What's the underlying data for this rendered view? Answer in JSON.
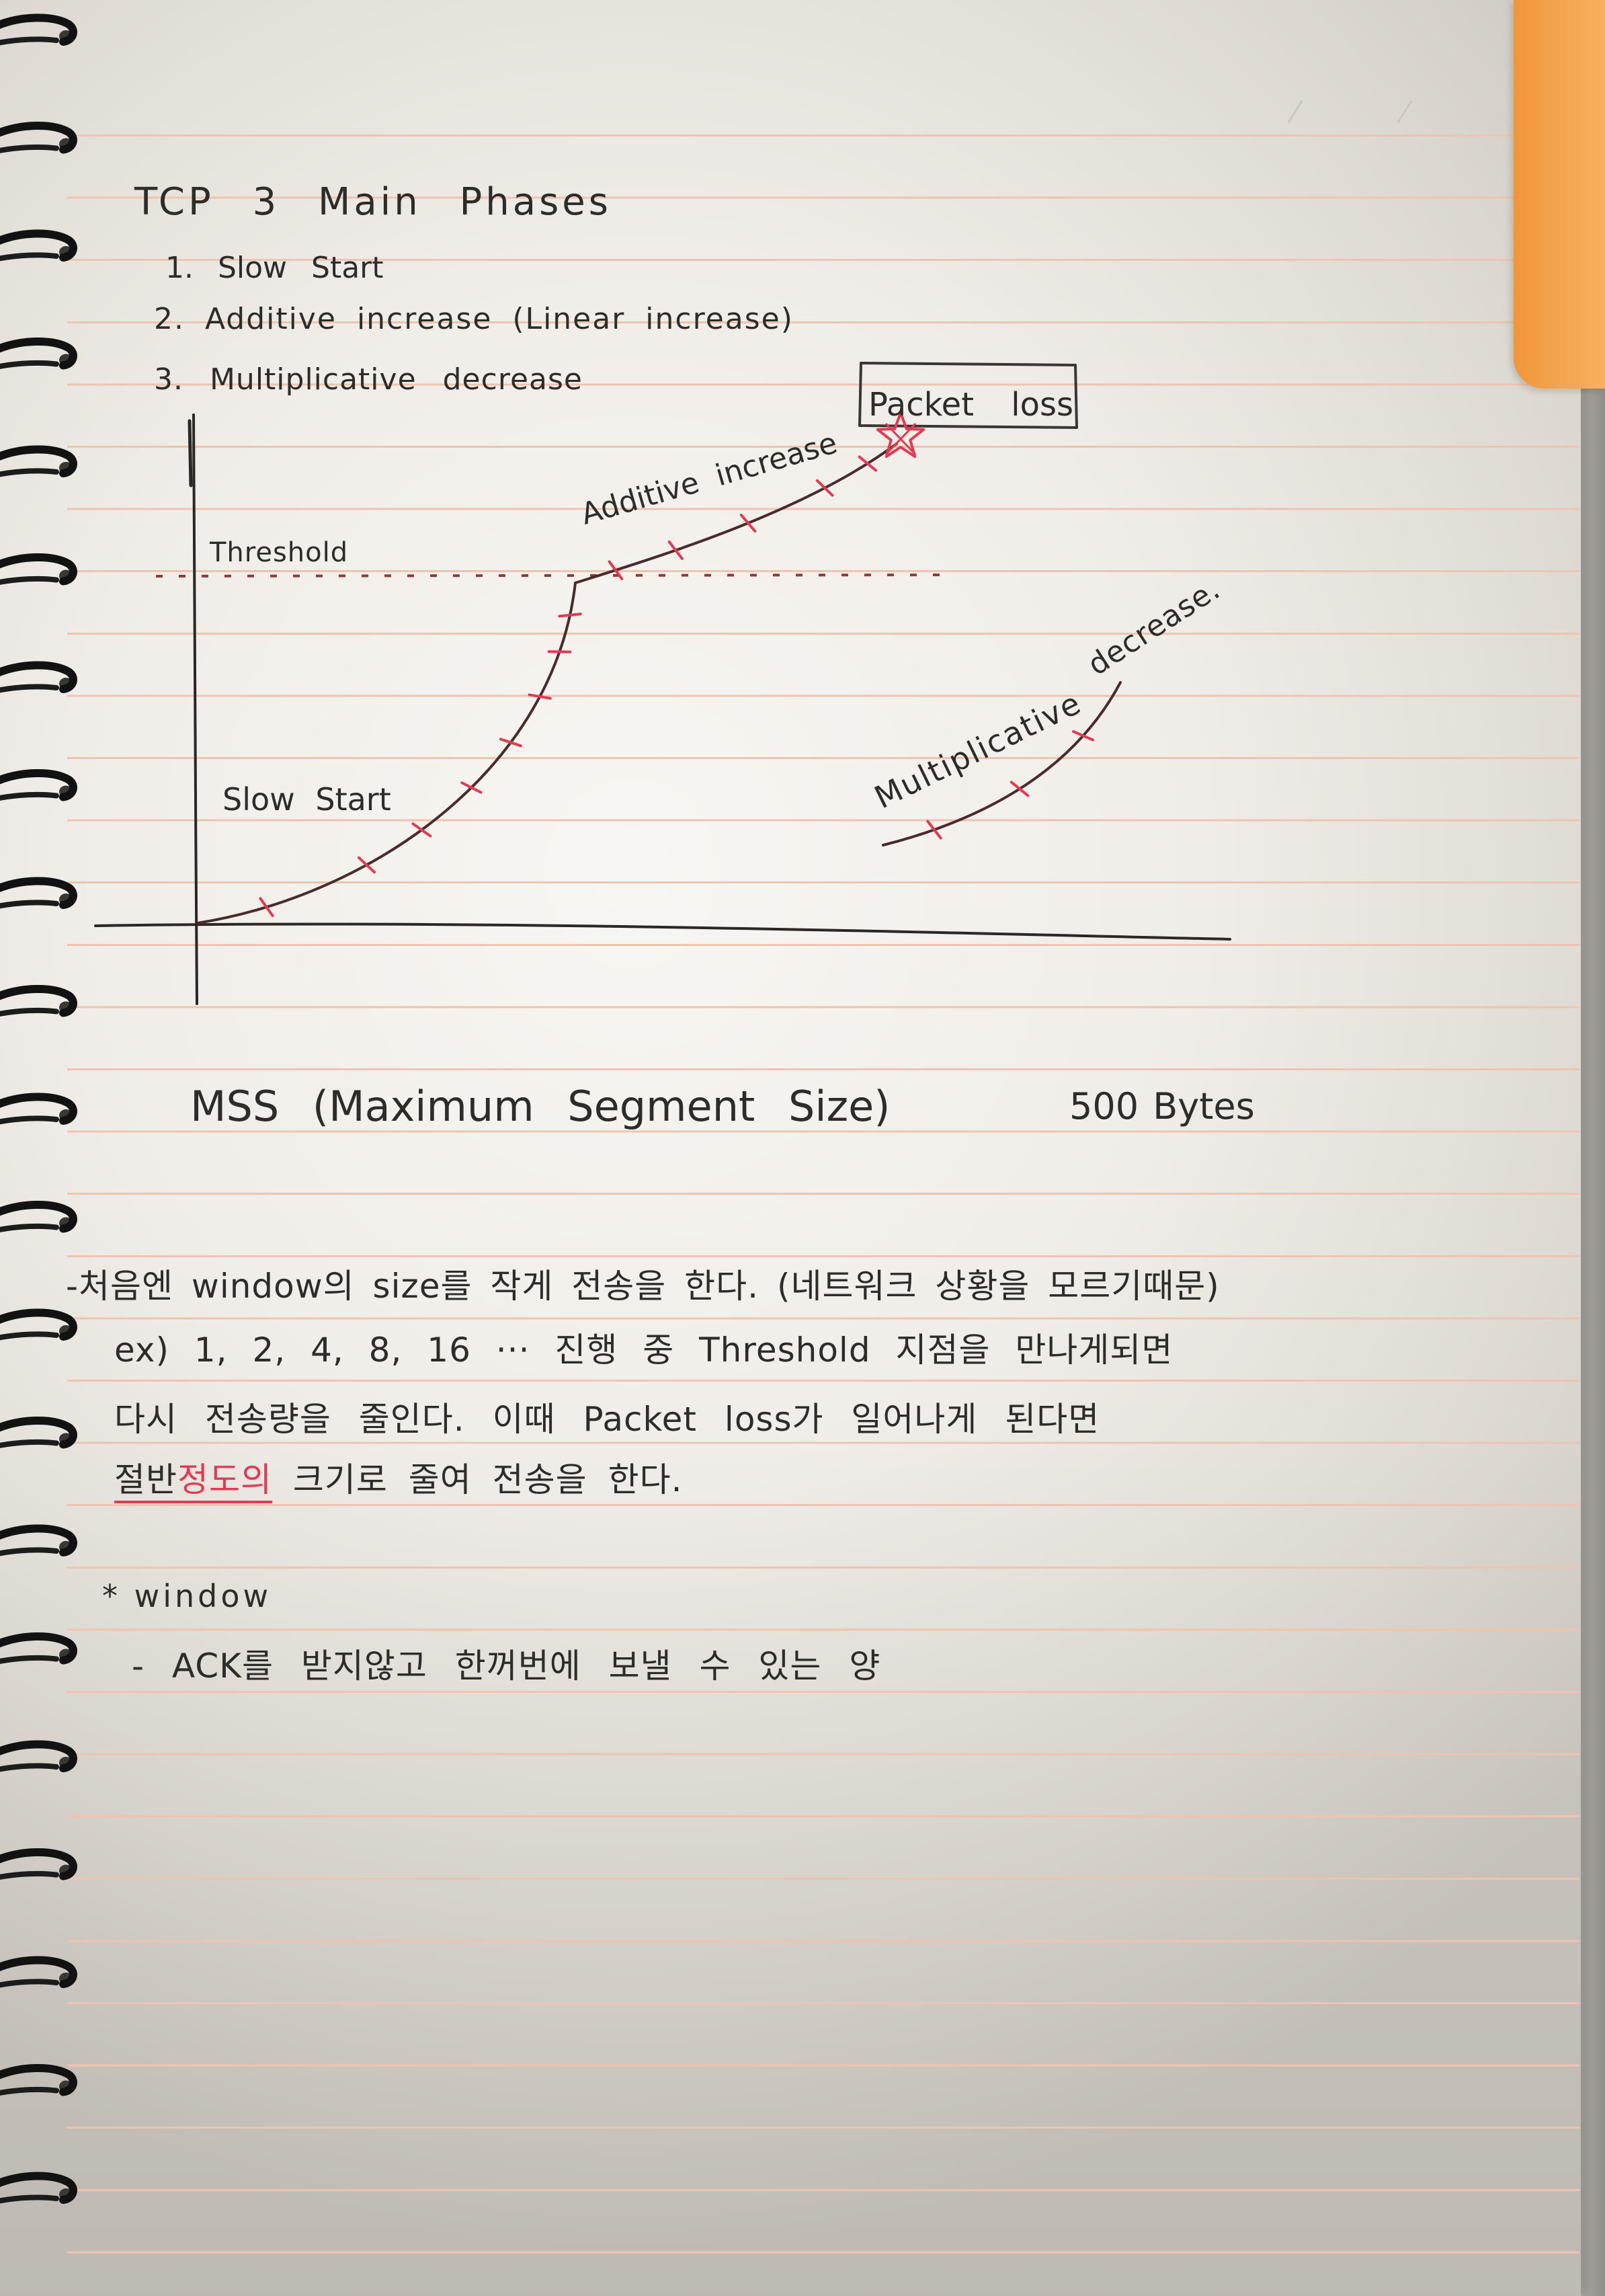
{
  "page": {
    "title": "TCP 3 Main Phases"
  },
  "phases": [
    "1. Slow Start",
    "2. Additive increase (Linear increase)",
    "3. Multiplicative decrease"
  ],
  "diagram": {
    "threshold_label": "Threshold",
    "slow_start_label": "Slow Start",
    "additive_label": "Additive increase",
    "packet_loss_label": "Packet loss",
    "multiplicative_label": "Multiplicative",
    "decrease_label": "decrease."
  },
  "mss": {
    "label": "MSS (Maximum Segment Size)",
    "value": "500 Bytes"
  },
  "notes": {
    "line1": "-처음엔 window의 size를 작게 전송을 한다. (네트워크 상황을 모르기때문)",
    "line2": "ex) 1, 2, 4, 8, 16 ··· 진행 중 Threshold 지점을 만나게되면",
    "line3": "다시 전송량을 줄인다. 이때 Packet loss가 일어나게 된다면",
    "line4_start": "절반",
    "line4_highlight": "정도의",
    "line4_end": " 크기로 줄여 전송을 한다."
  },
  "window": {
    "heading": "* window",
    "definition": "- ACK를 받지않고 한꺼번에 보낼 수 있는 양"
  },
  "colors": {
    "ink": "#2e2c29",
    "red_pen": "#e23a52",
    "rule": "#eec3b0",
    "tab": "#f3a24c"
  }
}
